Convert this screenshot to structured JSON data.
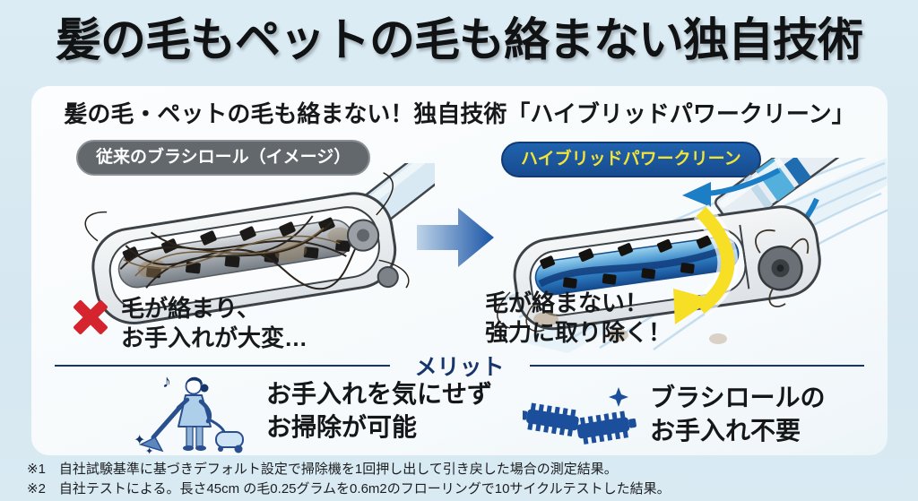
{
  "page_title": "髪の毛もペットの毛も絡まない独自技術",
  "subtitle": "髪の毛・ペットの毛も絡まない！独自技術「ハイブリッドパワークリーン」",
  "comparison": {
    "before": {
      "label": "従来のブラシロール（イメージ）",
      "caption_line1": "毛が絡まり、",
      "caption_line2": "お手入れが大変…"
    },
    "after": {
      "label": "ハイブリッドパワークリーン",
      "caption_line1": "毛が絡まない！",
      "caption_line2": "強力に取り除く！"
    }
  },
  "merits": {
    "heading": "メリット",
    "items": [
      {
        "icon": "woman-vacuuming-illustration",
        "line1": "お手入れを気にせず",
        "line2": "お掃除が可能"
      },
      {
        "icon": "brush-roll-icon",
        "line1": "ブラシロールの",
        "line2": "お手入れ不要"
      }
    ]
  },
  "footnotes": [
    "※1　自社試験基準に基づきデフォルト設定で掃除機を1回押し出して引き戻した場合の測定結果。",
    "※2　自社テストによる。長さ45cm の毛0.25グラムを0.6m2のフローリングで10サイクルテストした結果。"
  ],
  "icons": {
    "x_mark": "✕",
    "music_note": "♪",
    "sparkle": "✦",
    "transform_arrow": "→"
  },
  "colors": {
    "background": "#d7e8f1",
    "panel": "#f9fcfd",
    "label_gray": "#63686d",
    "label_blue": "#1b57a0",
    "label_yellow": "#f2e437",
    "navy_heading": "#17356d",
    "x_red": "#d6242f",
    "arrow_blue_dark": "#1a55a6",
    "arrow_yellow": "#f6df25",
    "brush_blue": "#2f7fc4",
    "airflow_blue": "#c2dcef"
  }
}
